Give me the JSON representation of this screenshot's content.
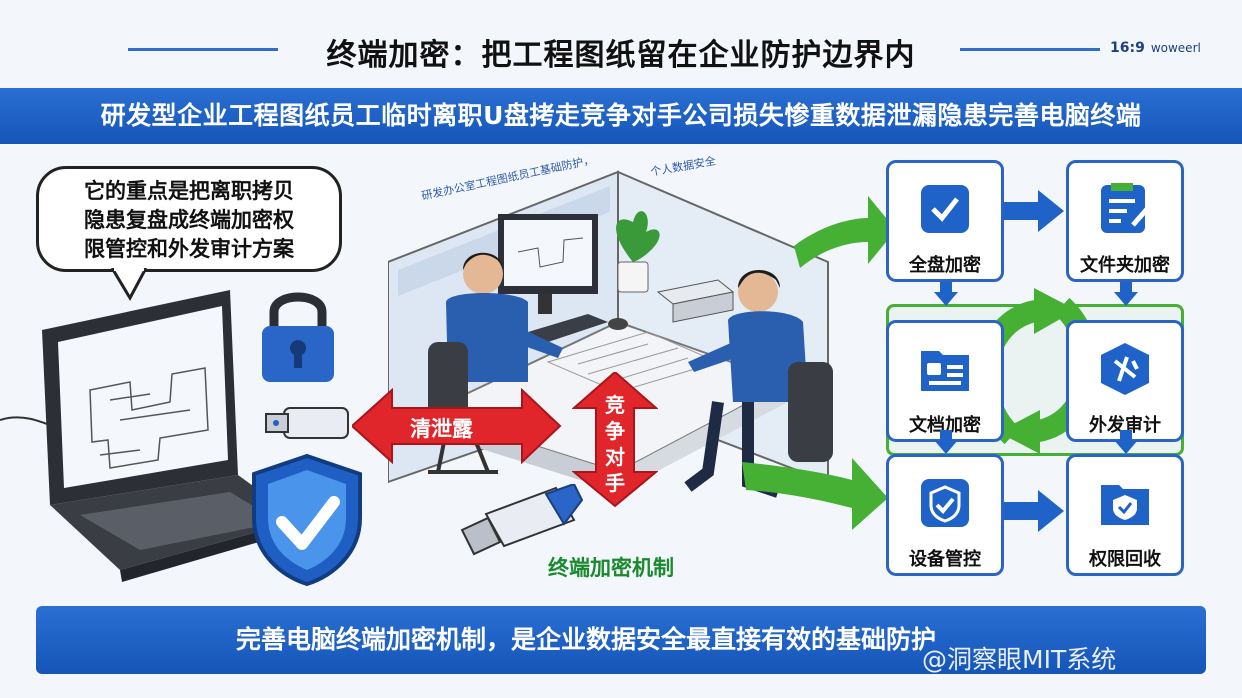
{
  "header": {
    "title": "终端加密：把工程图纸留在企业防护边界内",
    "ratio": "16:9",
    "brand": "woweerl"
  },
  "banner": {
    "text": "研发型企业工程图纸员工临时离职U盘拷走竞争对手公司损失惨重数据泄漏隐患完善电脑终端"
  },
  "bubble": {
    "lines": [
      "它的重点是把离职拷贝",
      "隐患复盘成终端加密权",
      "限管控和外发审计方案"
    ]
  },
  "scene": {
    "office_caption_1": "研发办公室工程图纸员工基础防护，",
    "office_caption_2": "个人数据安全",
    "leak_label": "清泄露",
    "competitor_label": "竞争对手",
    "mechanism_label": "终端加密机制"
  },
  "flow": {
    "nodes": [
      {
        "label": "全盘加密"
      },
      {
        "label": "文件夹加密"
      },
      {
        "label": "文档加密"
      },
      {
        "label": "外发审计"
      },
      {
        "label": "设备管控"
      },
      {
        "label": "权限回收"
      }
    ]
  },
  "footer": {
    "text": "完善电脑终端加密机制，是企业数据安全最直接有效的基础防护",
    "watermark": "@洞察眼MIT系统"
  },
  "colors": {
    "primary_blue": "#1f63c8",
    "alert_red": "#e0262b",
    "flow_green": "#46b035"
  }
}
